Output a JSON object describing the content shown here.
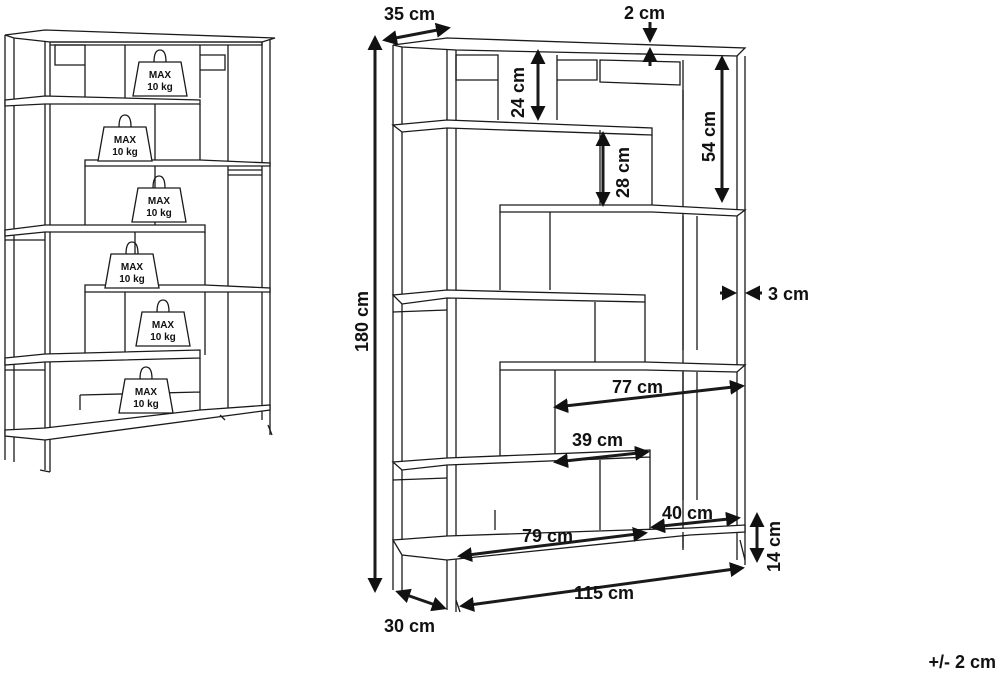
{
  "dimensions": {
    "depth_top": "35 cm",
    "top_gap": "2 cm",
    "shelf_24": "24 cm",
    "shelf_54": "54 cm",
    "shelf_28": "28 cm",
    "height_total": "180 cm",
    "frame_thickness": "3 cm",
    "width_77": "77 cm",
    "width_39": "39 cm",
    "width_40": "40 cm",
    "width_79": "79 cm",
    "leg_height": "14 cm",
    "depth_base": "30 cm",
    "width_total": "115 cm"
  },
  "weight_labels": [
    {
      "line1": "MAX",
      "line2": "10 kg"
    },
    {
      "line1": "MAX",
      "line2": "10 kg"
    },
    {
      "line1": "MAX",
      "line2": "10 kg"
    },
    {
      "line1": "MAX",
      "line2": "10 kg"
    },
    {
      "line1": "MAX",
      "line2": "10 kg"
    },
    {
      "line1": "MAX",
      "line2": "10 kg"
    }
  ],
  "tolerance": "+/- 2 cm"
}
